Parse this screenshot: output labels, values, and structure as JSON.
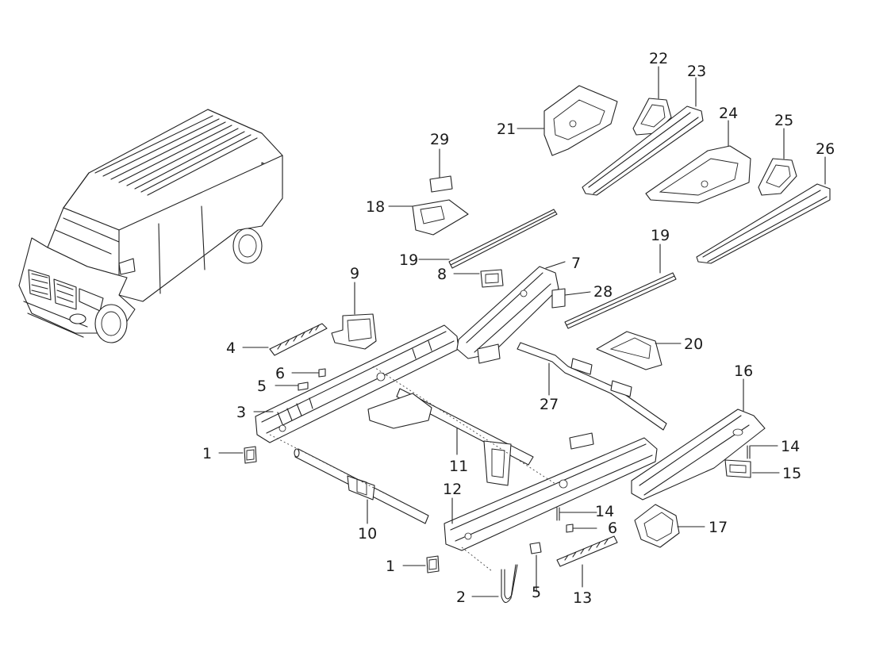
{
  "labels": {
    "l1a": "1",
    "l1b": "1",
    "l2": "2",
    "l3": "3",
    "l4": "4",
    "l5a": "5",
    "l5b": "5",
    "l6a": "6",
    "l6b": "6",
    "l7": "7",
    "l8": "8",
    "l9": "9",
    "l10": "10",
    "l11": "11",
    "l12": "12",
    "l13": "13",
    "l14a": "14",
    "l14b": "14",
    "l15": "15",
    "l16": "16",
    "l17": "17",
    "l18": "18",
    "l19a": "19",
    "l19b": "19",
    "l20": "20",
    "l21": "21",
    "l22": "22",
    "l23": "23",
    "l24": "24",
    "l25": "25",
    "l26": "26",
    "l27": "27",
    "l28": "28",
    "l29": "29"
  }
}
